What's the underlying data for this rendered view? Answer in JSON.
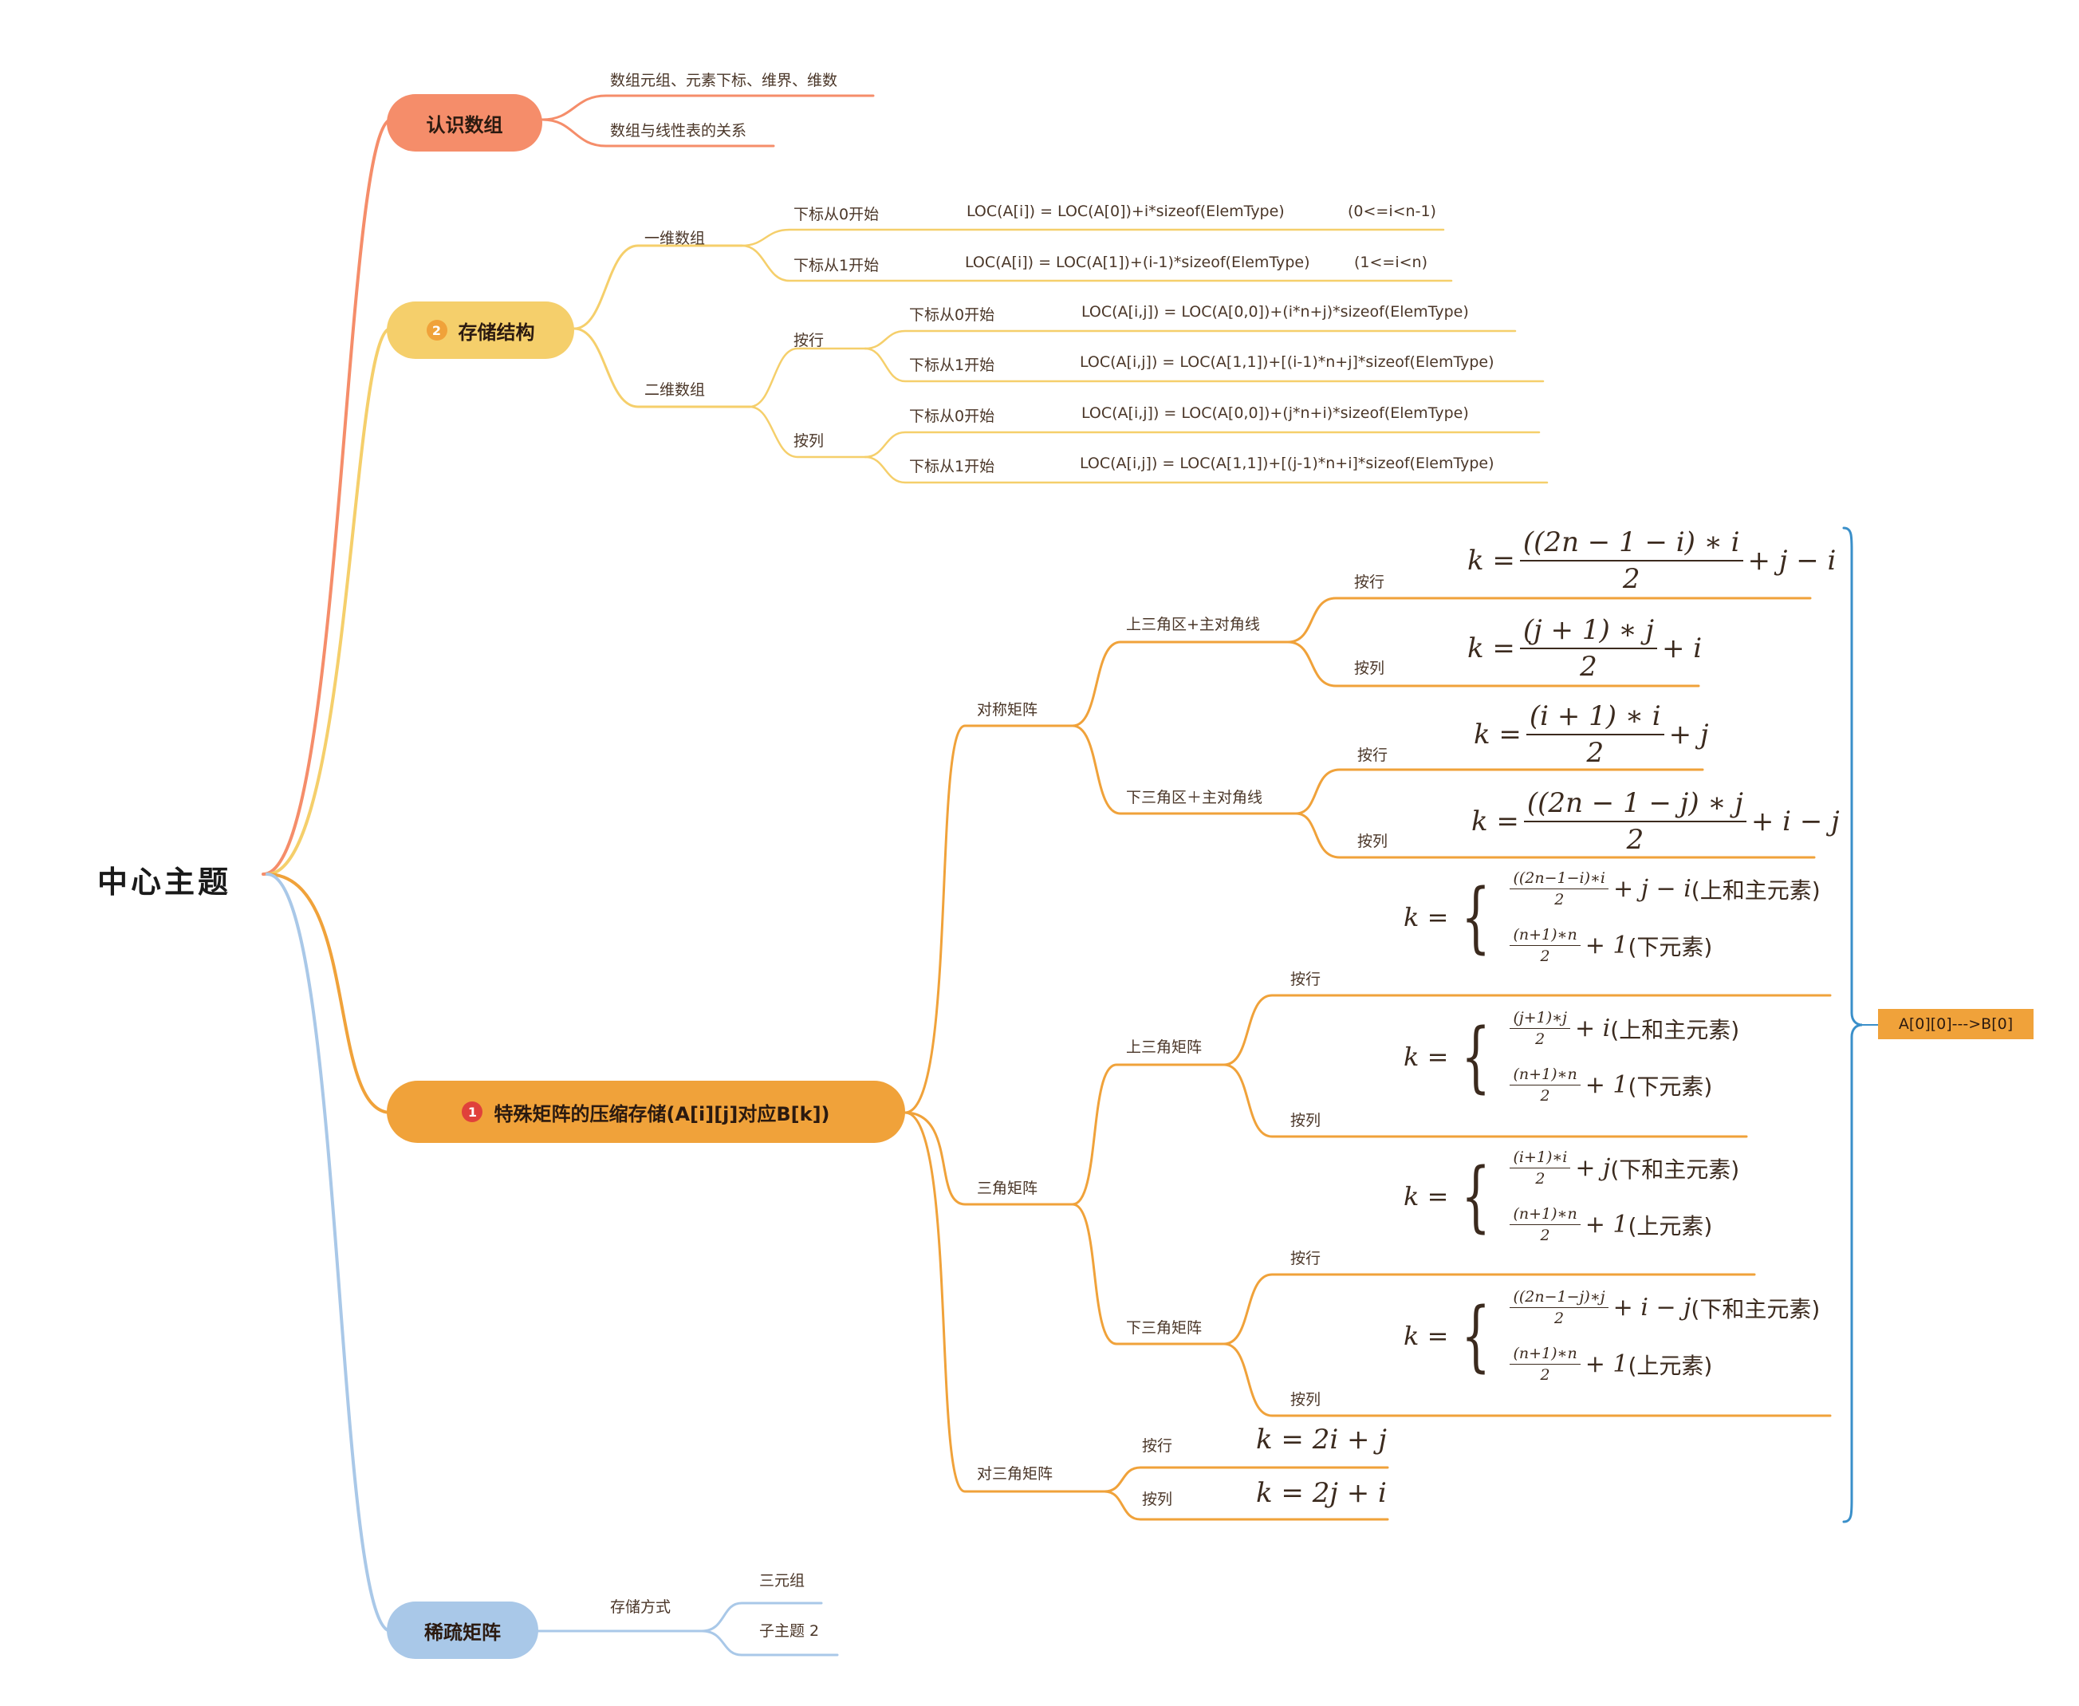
{
  "root": {
    "label": "中心主题"
  },
  "branch_recognize": {
    "label": "认识数组",
    "children": [
      "数组元组、元素下标、维界、维数",
      "数组与线性表的关系"
    ]
  },
  "branch_storage": {
    "badge": "2",
    "label": "存储结构",
    "one_dim": {
      "label": "一维数组",
      "rows": [
        {
          "label": "下标从0开始",
          "formula": "LOC(A[i]) = LOC(A[0])+i*sizeof(ElemType)",
          "range": "(0<=i<n-1)"
        },
        {
          "label": "下标从1开始",
          "formula": "LOC(A[i]) = LOC(A[1])+(i-1)*sizeof(ElemType)",
          "range": "(1<=i<n)"
        }
      ]
    },
    "two_dim": {
      "label": "二维数组",
      "by_row": {
        "label": "按行",
        "rows": [
          {
            "label": "下标从0开始",
            "formula": "LOC(A[i,j]) = LOC(A[0,0])+(i*n+j)*sizeof(ElemType)"
          },
          {
            "label": "下标从1开始",
            "formula": "LOC(A[i,j]) = LOC(A[1,1])+[(i-1)*n+j]*sizeof(ElemType)"
          }
        ]
      },
      "by_col": {
        "label": "按列",
        "rows": [
          {
            "label": "下标从0开始",
            "formula": "LOC(A[i,j]) = LOC(A[0,0])+(j*n+i)*sizeof(ElemType)"
          },
          {
            "label": "下标从1开始",
            "formula": "LOC(A[i,j]) = LOC(A[1,1])+[(j-1)*n+i]*sizeof(ElemType)"
          }
        ]
      }
    }
  },
  "branch_special": {
    "badge": "1",
    "label": "特殊矩阵的压缩存储(A[i][j]对应B[k])",
    "symmetric": {
      "label": "对称矩阵",
      "upper": {
        "label": "上三角区+主对角线",
        "row": "按行",
        "col": "按列"
      },
      "lower": {
        "label": "下三角区＋主对角线",
        "row": "按行",
        "col": "按列"
      }
    },
    "triangular": {
      "label": "三角矩阵",
      "upper": {
        "label": "上三角矩阵",
        "row": "按行",
        "col": "按列",
        "row_note1": "(上和主元素)",
        "row_note2": "(下元素)",
        "col_note1": "(上和主元素)",
        "col_note2": "(下元素)"
      },
      "lower": {
        "label": "下三角矩阵",
        "row": "按行",
        "col": "按列",
        "row_note1": "(下和主元素)",
        "row_note2": "(上元素)",
        "col_note1": "(下和主元素)",
        "col_note2": "(上元素)"
      }
    },
    "tridiagonal": {
      "label": "对三角矩阵",
      "row": "按行",
      "col": "按列",
      "row_formula": "k = 2i + j",
      "col_formula": "k = 2j + i"
    },
    "summary": "A[0][0]--->B[0]"
  },
  "branch_sparse": {
    "label": "稀疏矩阵",
    "method": "存储方式",
    "children": [
      "三元组",
      "子主题 2"
    ]
  },
  "colors": {
    "recognize": "#f58d6a",
    "storage": "#f5cf6b",
    "special": "#f0a23a",
    "sparse": "#a9c8e8",
    "summary_line": "#3a8fc9"
  }
}
